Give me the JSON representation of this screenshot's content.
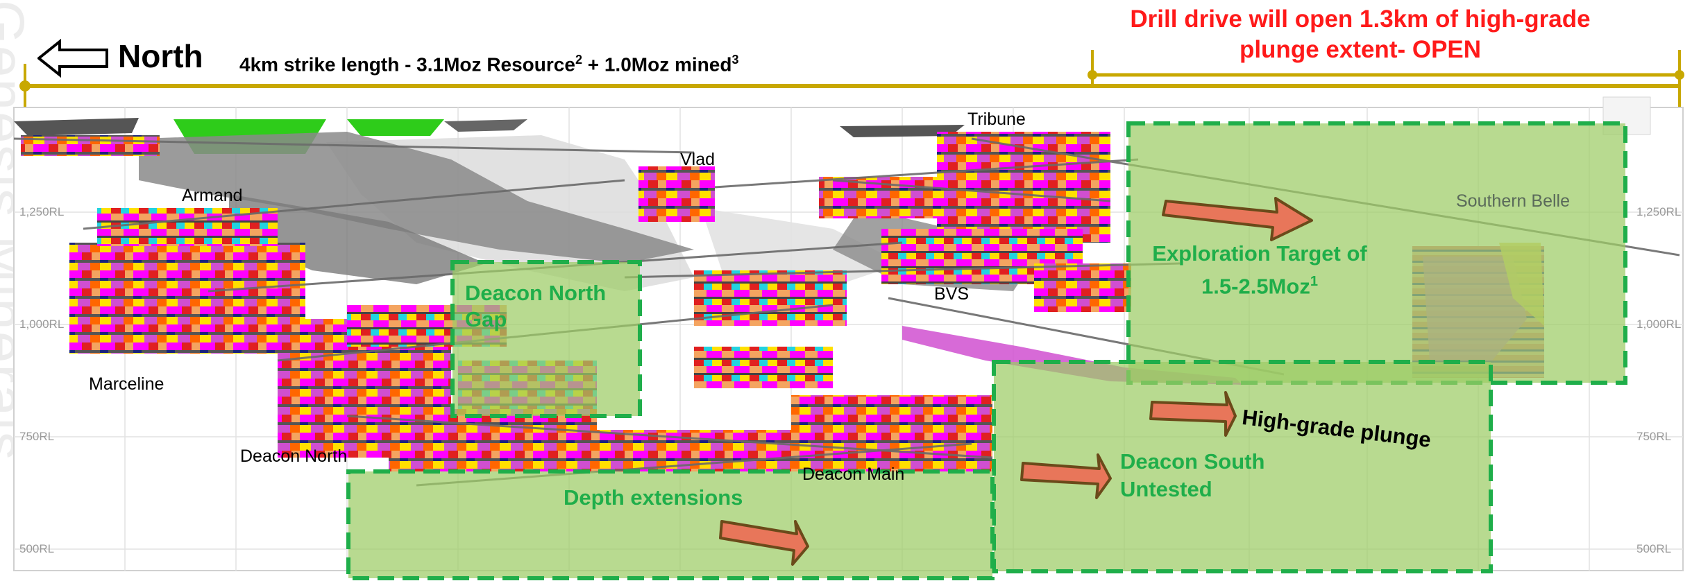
{
  "header": {
    "north_label": "North",
    "strike_text": "4km strike length - 3.1Moz Resource",
    "strike_sup1": "2",
    "strike_mid": " + 1.0Moz mined",
    "strike_sup2": "3",
    "drill_line1": "Drill drive will open 1.3km of high-grade",
    "drill_line2": "plunge extent- OPEN"
  },
  "watermark": "Genesis Minerals",
  "lodes": {
    "tribune": "Tribune",
    "vlad": "Vlad",
    "armand": "Armand",
    "southern_belle": "Southern Belle",
    "bvs": "BVS",
    "marceline": "Marceline",
    "deacon_north": "Deacon North",
    "deacon_main": "Deacon Main"
  },
  "targets": {
    "exploration_line1": "Exploration Target of",
    "exploration_line2": "1.5-2.5Moz",
    "exploration_sup": "1",
    "deacon_gap_line1": "Deacon North",
    "deacon_gap_line2": "Gap",
    "high_grade": "High-grade plunge",
    "deacon_south_line1": "Deacon South",
    "deacon_south_line2": "Untested",
    "depth": "Depth extensions"
  },
  "rl_labels": [
    "1,250RL",
    "1,000RL",
    "750RL",
    "500RL"
  ],
  "colors": {
    "target_fill": "#9ccc65",
    "target_dash": "#1fae4a",
    "arrow_fill": "#e8765a",
    "arrow_stroke": "#6b4a1a",
    "strike_line": "#c8a800",
    "red_text": "#ff1a1a"
  }
}
